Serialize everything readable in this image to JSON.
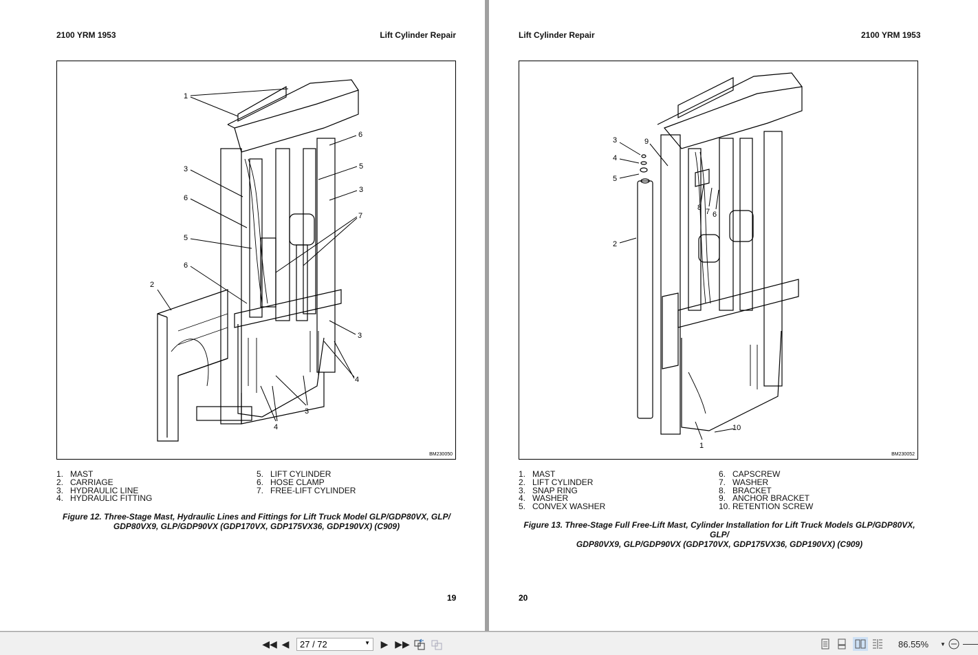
{
  "left_page": {
    "header_left": "2100 YRM 1953",
    "header_right": "Lift Cylinder Repair",
    "figure_id": "BM230050",
    "callouts": [
      "1",
      "6",
      "3",
      "5",
      "3",
      "6",
      "7",
      "5",
      "6",
      "2",
      "3",
      "4",
      "3",
      "4"
    ],
    "parts_col1": [
      {
        "num": "1.",
        "label": "MAST"
      },
      {
        "num": "2.",
        "label": "CARRIAGE"
      },
      {
        "num": "3.",
        "label": "HYDRAULIC LINE"
      },
      {
        "num": "4.",
        "label": "HYDRAULIC FITTING"
      }
    ],
    "parts_col2": [
      {
        "num": "5.",
        "label": "LIFT CYLINDER"
      },
      {
        "num": "6.",
        "label": "HOSE CLAMP"
      },
      {
        "num": "7.",
        "label": "FREE-LIFT CYLINDER"
      }
    ],
    "caption_line1": "Figure 12. Three-Stage Mast, Hydraulic Lines and Fittings for Lift Truck Model GLP/GDP80VX, GLP/",
    "caption_line2": "GDP80VX9, GLP/GDP90VX (GDP170VX, GDP175VX36, GDP190VX) (C909)",
    "page_number": "19"
  },
  "right_page": {
    "header_left": "Lift Cylinder Repair",
    "header_right": "2100 YRM 1953",
    "figure_id": "BM230052",
    "callouts": [
      "3",
      "9",
      "4",
      "5",
      "8",
      "7",
      "6",
      "2",
      "10",
      "1"
    ],
    "parts_col1": [
      {
        "num": "1.",
        "label": "MAST"
      },
      {
        "num": "2.",
        "label": "LIFT CYLINDER"
      },
      {
        "num": "3.",
        "label": "SNAP RING"
      },
      {
        "num": "4.",
        "label": "WASHER"
      },
      {
        "num": "5.",
        "label": "CONVEX WASHER"
      }
    ],
    "parts_col2": [
      {
        "num": "6.",
        "label": "CAPSCREW"
      },
      {
        "num": "7.",
        "label": "WASHER"
      },
      {
        "num": "8.",
        "label": "BRACKET"
      },
      {
        "num": "9.",
        "label": "ANCHOR BRACKET"
      },
      {
        "num": "10.",
        "label": "RETENTION SCREW"
      }
    ],
    "caption_line1": "Figure 13. Three-Stage Full Free-Lift Mast, Cylinder Installation for Lift Truck Models GLP/GDP80VX, GLP/",
    "caption_line2": "GDP80VX9, GLP/GDP90VX (GDP170VX, GDP175VX36, GDP190VX) (C909)",
    "page_number": "20"
  },
  "toolbar": {
    "page_indicator": "27 / 72",
    "zoom_level": "86.55%",
    "icons": [
      "first-page-icon",
      "previous-page-icon",
      "next-page-icon",
      "last-page-icon",
      "previous-view-icon",
      "next-view-icon",
      "single-page-icon",
      "continuous-icon",
      "two-page-icon",
      "two-page-continuous-icon",
      "zoom-out-icon"
    ]
  }
}
